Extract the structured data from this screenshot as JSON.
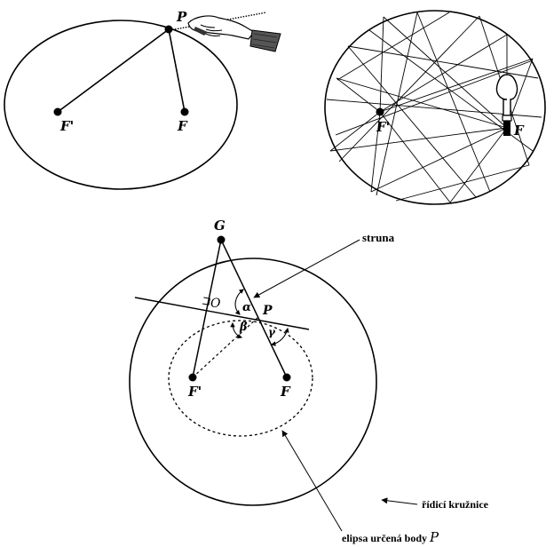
{
  "panel_top_left": {
    "point_P": "P",
    "focus_left": "F'",
    "focus_right": "F"
  },
  "panel_top_right": {
    "focus_left": "F'",
    "focus_right": "F"
  },
  "panel_bottom": {
    "point_G": "G",
    "point_O": "O",
    "point_P": "P",
    "angle_alpha": "α",
    "angle_beta": "β",
    "angle_gamma": "γ",
    "focus_left": "F'",
    "focus_right": "F",
    "label_string": "struna",
    "label_directing_circle": "řídicí kružnice",
    "label_ellipse_prefix": "elipsa určená body ",
    "label_ellipse_point": "P"
  },
  "colors": {
    "ink": "#000000",
    "background": "#ffffff"
  }
}
